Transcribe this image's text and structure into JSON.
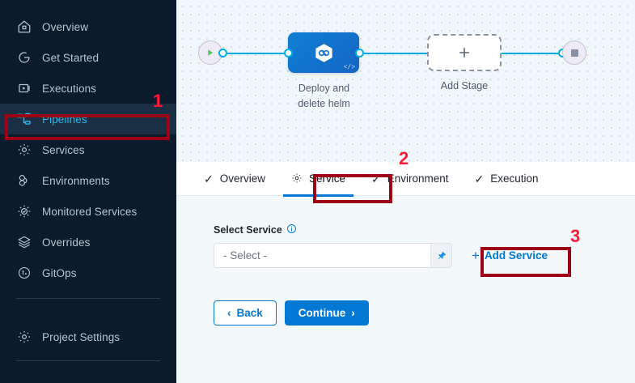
{
  "sidebar": {
    "items": [
      {
        "label": "Overview",
        "icon": "home-icon",
        "active": false
      },
      {
        "label": "Get Started",
        "icon": "get-started-icon",
        "active": false
      },
      {
        "label": "Executions",
        "icon": "executions-play-icon",
        "active": false
      },
      {
        "label": "Pipelines",
        "icon": "pipelines-icon",
        "active": true
      },
      {
        "label": "Services",
        "icon": "gear-icon",
        "active": false
      },
      {
        "label": "Environments",
        "icon": "environments-icon",
        "active": false
      },
      {
        "label": "Monitored Services",
        "icon": "monitored-services-icon",
        "active": false
      },
      {
        "label": "Overrides",
        "icon": "layers-icon",
        "active": false
      },
      {
        "label": "GitOps",
        "icon": "gitops-icon",
        "active": false
      }
    ],
    "settings": {
      "label": "Project Settings",
      "icon": "gear-icon"
    },
    "active_color": "#29B5E8",
    "background": "#0B1B2B"
  },
  "canvas": {
    "start_node": "start-play-node",
    "end_node": "end-stop-node",
    "stage": {
      "name": "Deploy and\ndelete helm",
      "name_line1": "Deploy and",
      "name_line2": "delete helm",
      "icon": "helm-deploy-icon",
      "code_badge": "</>",
      "color": "#0F7FD4"
    },
    "add_stage": {
      "label": "Add Stage",
      "icon": "plus-icon"
    }
  },
  "tabs": [
    {
      "label": "Overview",
      "icon": "check-icon",
      "active": false
    },
    {
      "label": "Service",
      "icon": "gear-icon",
      "active": true
    },
    {
      "label": "Environment",
      "icon": "check-icon",
      "active": false
    },
    {
      "label": "Execution",
      "icon": "check-icon",
      "active": false
    }
  ],
  "form": {
    "select_service_label": "Select Service",
    "info_icon": "info-icon",
    "select_placeholder": "- Select -",
    "pin_icon": "pin-icon",
    "add_service_label": "Add Service",
    "add_service_plus": "+",
    "back_label": "Back",
    "back_chevron": "‹",
    "continue_label": "Continue",
    "continue_chevron": "›"
  },
  "annotations": [
    {
      "number": "1",
      "target": "sidebar-item-pipelines"
    },
    {
      "number": "2",
      "target": "tab-service"
    },
    {
      "number": "3",
      "target": "add-service-button"
    }
  ],
  "colors": {
    "annotation_border": "#9E0015",
    "annotation_number": "#FB1B36",
    "primary_blue": "#0278D5",
    "edge_blue": "#00ADE4"
  }
}
